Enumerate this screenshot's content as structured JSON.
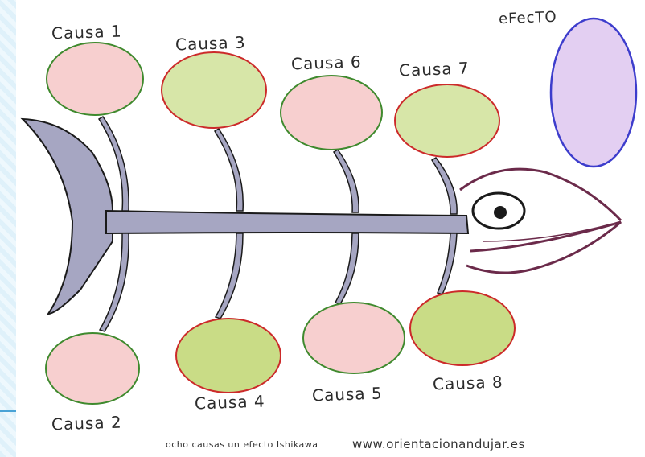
{
  "effect": {
    "label": "eFecTO",
    "color": "#e3cff2",
    "border": "#3d3dcc"
  },
  "causes": [
    {
      "label": "Causa 1",
      "fill": "#f7cfcf",
      "border": "#3f8a2e"
    },
    {
      "label": "Causa 2",
      "fill": "#f7cfcf",
      "border": "#3f8a2e"
    },
    {
      "label": "Causa 3",
      "fill": "#d7e6a8",
      "border": "#cc2a2a"
    },
    {
      "label": "Causa 4",
      "fill": "#c9dc86",
      "border": "#cc2a2a"
    },
    {
      "label": "Causa 5",
      "fill": "#f7cfcf",
      "border": "#3f8a2e"
    },
    {
      "label": "Causa 6",
      "fill": "#f7cfcf",
      "border": "#3f8a2e"
    },
    {
      "label": "Causa 7",
      "fill": "#d7e6a8",
      "border": "#cc2a2a"
    },
    {
      "label": "Causa 8",
      "fill": "#c9dc86",
      "border": "#cc2a2a"
    }
  ],
  "colors": {
    "fishbone": "#a6a6c2",
    "outline": "#1a1a1a",
    "head": "#6b2a4a"
  },
  "footer": {
    "caption": "ocho causas un efecto Ishikawa",
    "url": "www.orientacionandujar.es"
  }
}
